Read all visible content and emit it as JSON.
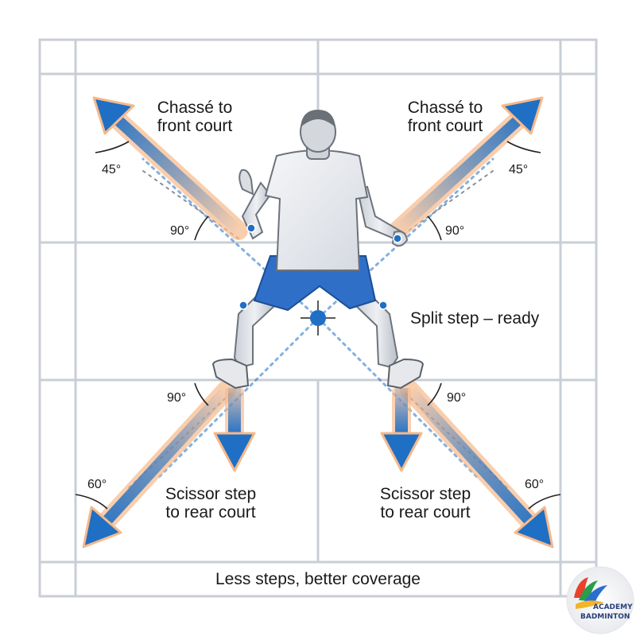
{
  "labels": {
    "front_left": [
      "Chassé to",
      "front court"
    ],
    "front_right": [
      "Chassé to",
      "front court"
    ],
    "center": "Split step – ready",
    "rear_left": [
      "Scissor step",
      "to rear court"
    ],
    "rear_right": [
      "Scissor step",
      "to rear court"
    ],
    "footer": "Less steps, better coverage"
  },
  "angles": {
    "top_left_outer": "45°",
    "top_right_outer": "45°",
    "top_left_inner": "90°",
    "top_right_inner": "90°",
    "bottom_left_inner": "90°",
    "bottom_right_inner": "90°",
    "bottom_left_outer": "60°",
    "bottom_right_outer": "60°"
  },
  "logo": {
    "line1": "ACADEMY",
    "line2": "BADMINTON"
  },
  "colors": {
    "arrow_blue": "#1f6fc4",
    "arrow_glow": "#f6b98a",
    "court_line": "#c9ced6",
    "shorts": "#2f6fc8"
  },
  "icons": [
    "crosshair-icon",
    "academy-logo-icon"
  ]
}
